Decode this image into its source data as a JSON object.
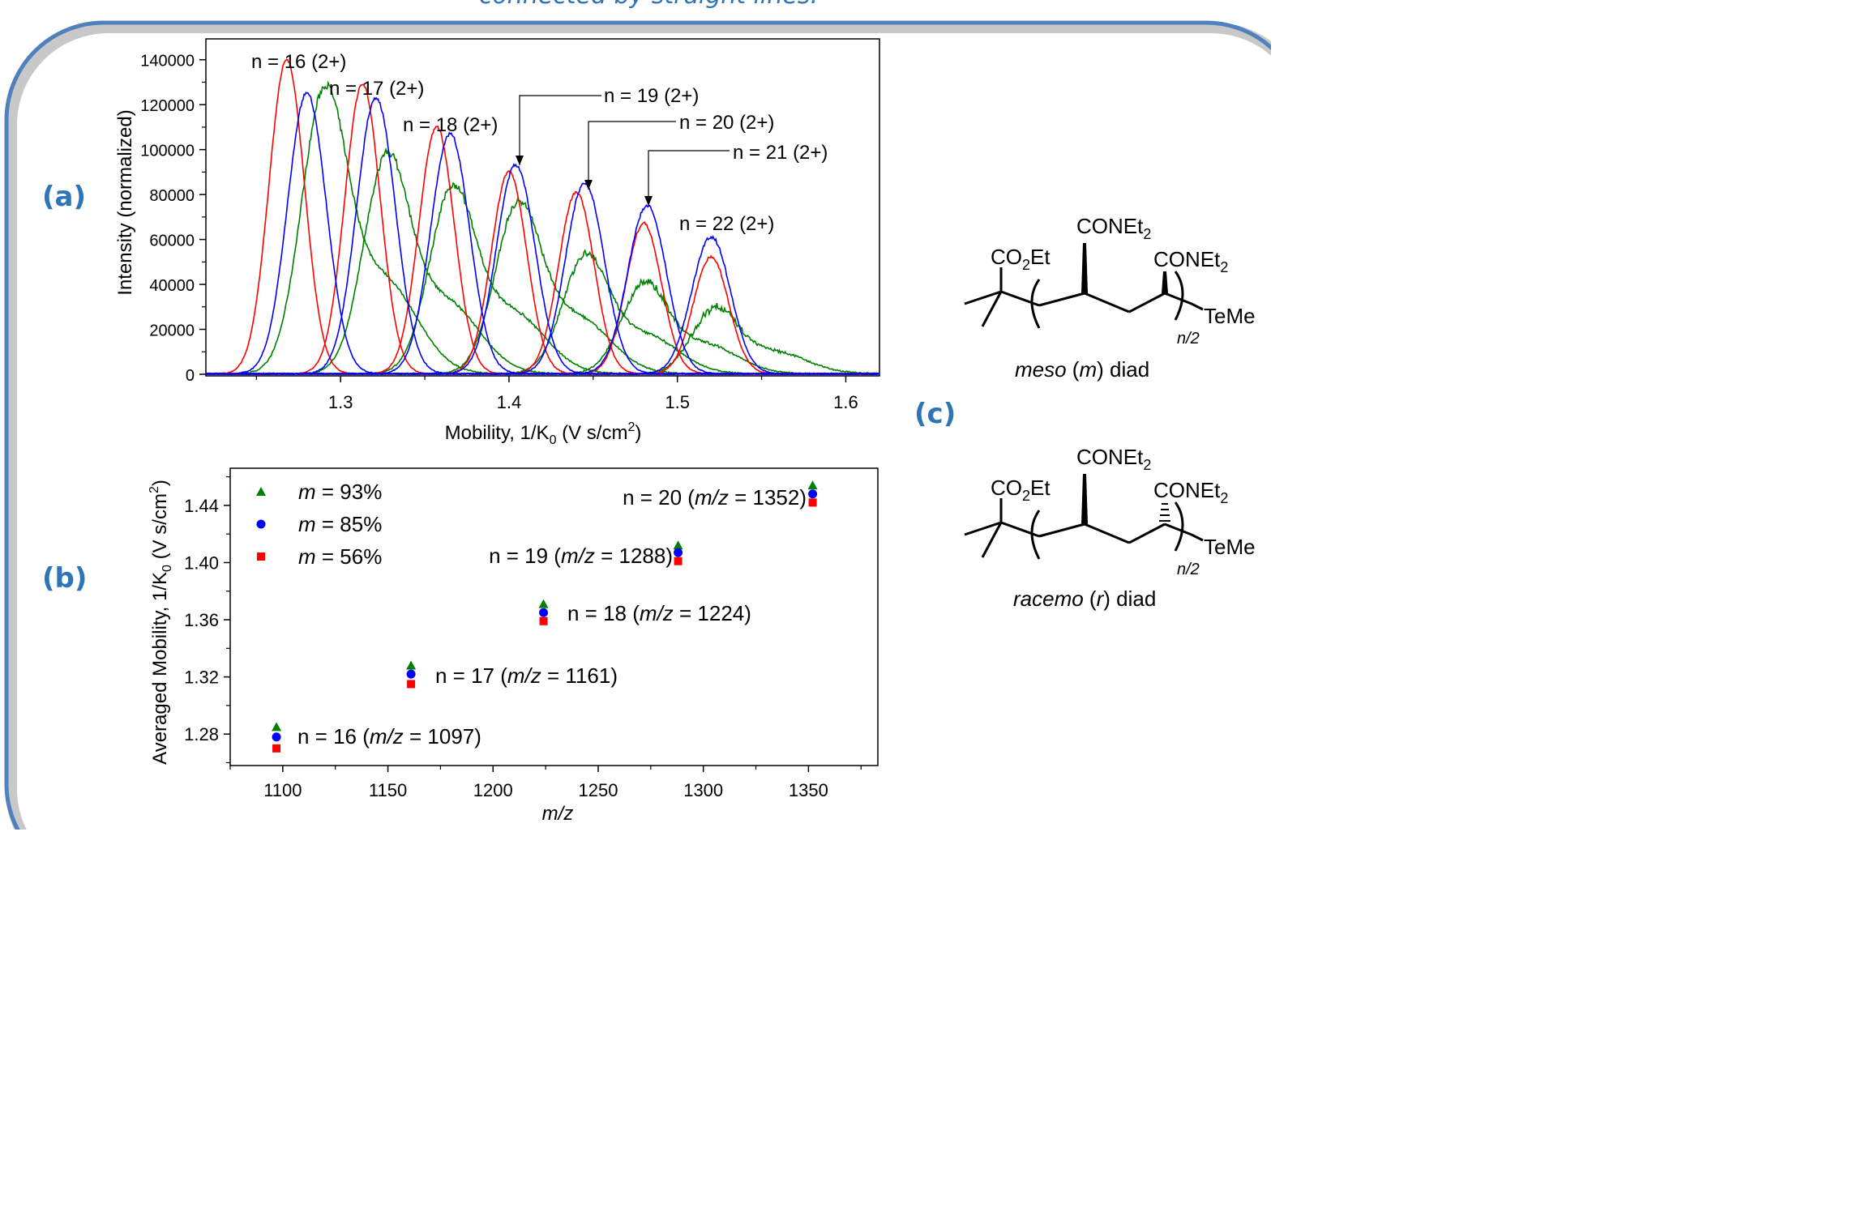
{
  "caption_fragment": "connected by straight lines.",
  "panel_labels": {
    "a": "(a)",
    "b": "(b)",
    "c": "(c)"
  },
  "colors": {
    "series_red": "#ff0000",
    "series_blue": "#0000ff",
    "series_green": "#008000",
    "frame": "#4f81bd",
    "label": "#2e75b6"
  },
  "chart_data": [
    {
      "type": "line",
      "panel": "(a)",
      "xlabel": "Mobility, 1/K0 (V s/cm2)",
      "xlabel_parts": {
        "main": "Mobility, 1/K",
        "sub": "0",
        "mid": " (V s/cm",
        "sup": "2",
        "end": ")"
      },
      "ylabel": "Intensity (normalized)",
      "xlim": [
        1.22,
        1.62
      ],
      "ylim": [
        0,
        150000
      ],
      "xticks": [
        1.3,
        1.4,
        1.5,
        1.6
      ],
      "yticks": [
        0,
        20000,
        40000,
        60000,
        80000,
        100000,
        120000,
        140000
      ],
      "grid": false,
      "series_colors": [
        "#ff0000",
        "#0000ff",
        "#008000"
      ],
      "peaks": [
        {
          "label": "n = 16 (2+)",
          "red": {
            "x": 1.268,
            "y": 140000
          },
          "blue": {
            "x": 1.28,
            "y": 125000
          },
          "green": {
            "x": 1.29,
            "y": 125000
          }
        },
        {
          "label": "n = 17 (2+)",
          "red": {
            "x": 1.313,
            "y": 129000
          },
          "blue": {
            "x": 1.321,
            "y": 123000
          },
          "green": {
            "x": 1.327,
            "y": 96000
          }
        },
        {
          "label": "n = 18 (2+)",
          "red": {
            "x": 1.357,
            "y": 110000
          },
          "blue": {
            "x": 1.365,
            "y": 107000
          },
          "green": {
            "x": 1.366,
            "y": 82000
          }
        },
        {
          "label": "n = 19 (2+)",
          "red": {
            "x": 1.4,
            "y": 90000
          },
          "blue": {
            "x": 1.404,
            "y": 93000
          },
          "green": {
            "x": 1.405,
            "y": 75000
          }
        },
        {
          "label": "n = 20 (2+)",
          "red": {
            "x": 1.44,
            "y": 81000
          },
          "blue": {
            "x": 1.445,
            "y": 85000
          },
          "green": {
            "x": 1.445,
            "y": 52000
          }
        },
        {
          "label": "n = 21 (2+)",
          "red": {
            "x": 1.48,
            "y": 67000
          },
          "blue": {
            "x": 1.482,
            "y": 75000
          },
          "green": {
            "x": 1.48,
            "y": 40000
          }
        },
        {
          "label": "n = 22 (2+)",
          "red": {
            "x": 1.52,
            "y": 52000
          },
          "blue": {
            "x": 1.52,
            "y": 61000
          },
          "green": {
            "x": 1.522,
            "y": 29000
          }
        }
      ]
    },
    {
      "type": "scatter",
      "panel": "(b)",
      "xlabel": "m/z",
      "ylabel": "Averaged Mobility, 1/K0 (V s/cm2)",
      "ylabel_parts": {
        "main": "Averaged Mobility, 1/K",
        "sub": "0",
        "mid": " (V s/cm",
        "sup": "2",
        "end": ")"
      },
      "xlim": [
        1075,
        1383
      ],
      "ylim": [
        1.258,
        1.466
      ],
      "xticks": [
        1100,
        1150,
        1200,
        1250,
        1300,
        1350
      ],
      "yticks": [
        1.28,
        1.32,
        1.36,
        1.4,
        1.44
      ],
      "grid": false,
      "legend_placement": "top-left",
      "series": [
        {
          "name": "m = 93%",
          "name_italic": "m",
          "name_rest": " = 93%",
          "marker": "triangle",
          "color": "#008000",
          "x": [
            1097,
            1161,
            1224,
            1288,
            1352
          ],
          "y": [
            1.285,
            1.328,
            1.371,
            1.412,
            1.454
          ]
        },
        {
          "name": "m = 85%",
          "name_italic": "m",
          "name_rest": " = 85%",
          "marker": "circle",
          "color": "#0000ff",
          "x": [
            1097,
            1161,
            1224,
            1288,
            1352
          ],
          "y": [
            1.278,
            1.322,
            1.365,
            1.407,
            1.448
          ]
        },
        {
          "name": "m = 56%",
          "name_italic": "m",
          "name_rest": " = 56%",
          "marker": "square",
          "color": "#ff0000",
          "x": [
            1097,
            1161,
            1224,
            1288,
            1352
          ],
          "y": [
            1.27,
            1.315,
            1.359,
            1.401,
            1.442
          ]
        }
      ],
      "annotations": [
        {
          "pre": "n = 16 (",
          "it": "m/z",
          "post": " = 1097)"
        },
        {
          "pre": "n = 17 (",
          "it": "m/z",
          "post": " = 1161)"
        },
        {
          "pre": "n = 18 (",
          "it": "m/z",
          "post": " = 1224)"
        },
        {
          "pre": "n = 19 (",
          "it": "m/z",
          "post": " = 1288)"
        },
        {
          "pre": "n = 20 (",
          "it": "m/z",
          "post": " = 1352)"
        }
      ]
    }
  ],
  "structures": [
    {
      "label_it": "meso",
      "label_pre": " (",
      "label_it2": "m",
      "label_post": ") diad",
      "top_group": "CONEt2",
      "side_left": "CO2Et",
      "side_right": "CONEt2",
      "end_group": "TeMe",
      "repeat": "n/2"
    },
    {
      "label_it": "racemo",
      "label_pre": " (",
      "label_it2": "r",
      "label_post": ") diad",
      "top_group": "CONEt2",
      "side_left": "CO2Et",
      "side_right": "CONEt2",
      "end_group": "TeMe",
      "repeat": "n/2"
    }
  ]
}
